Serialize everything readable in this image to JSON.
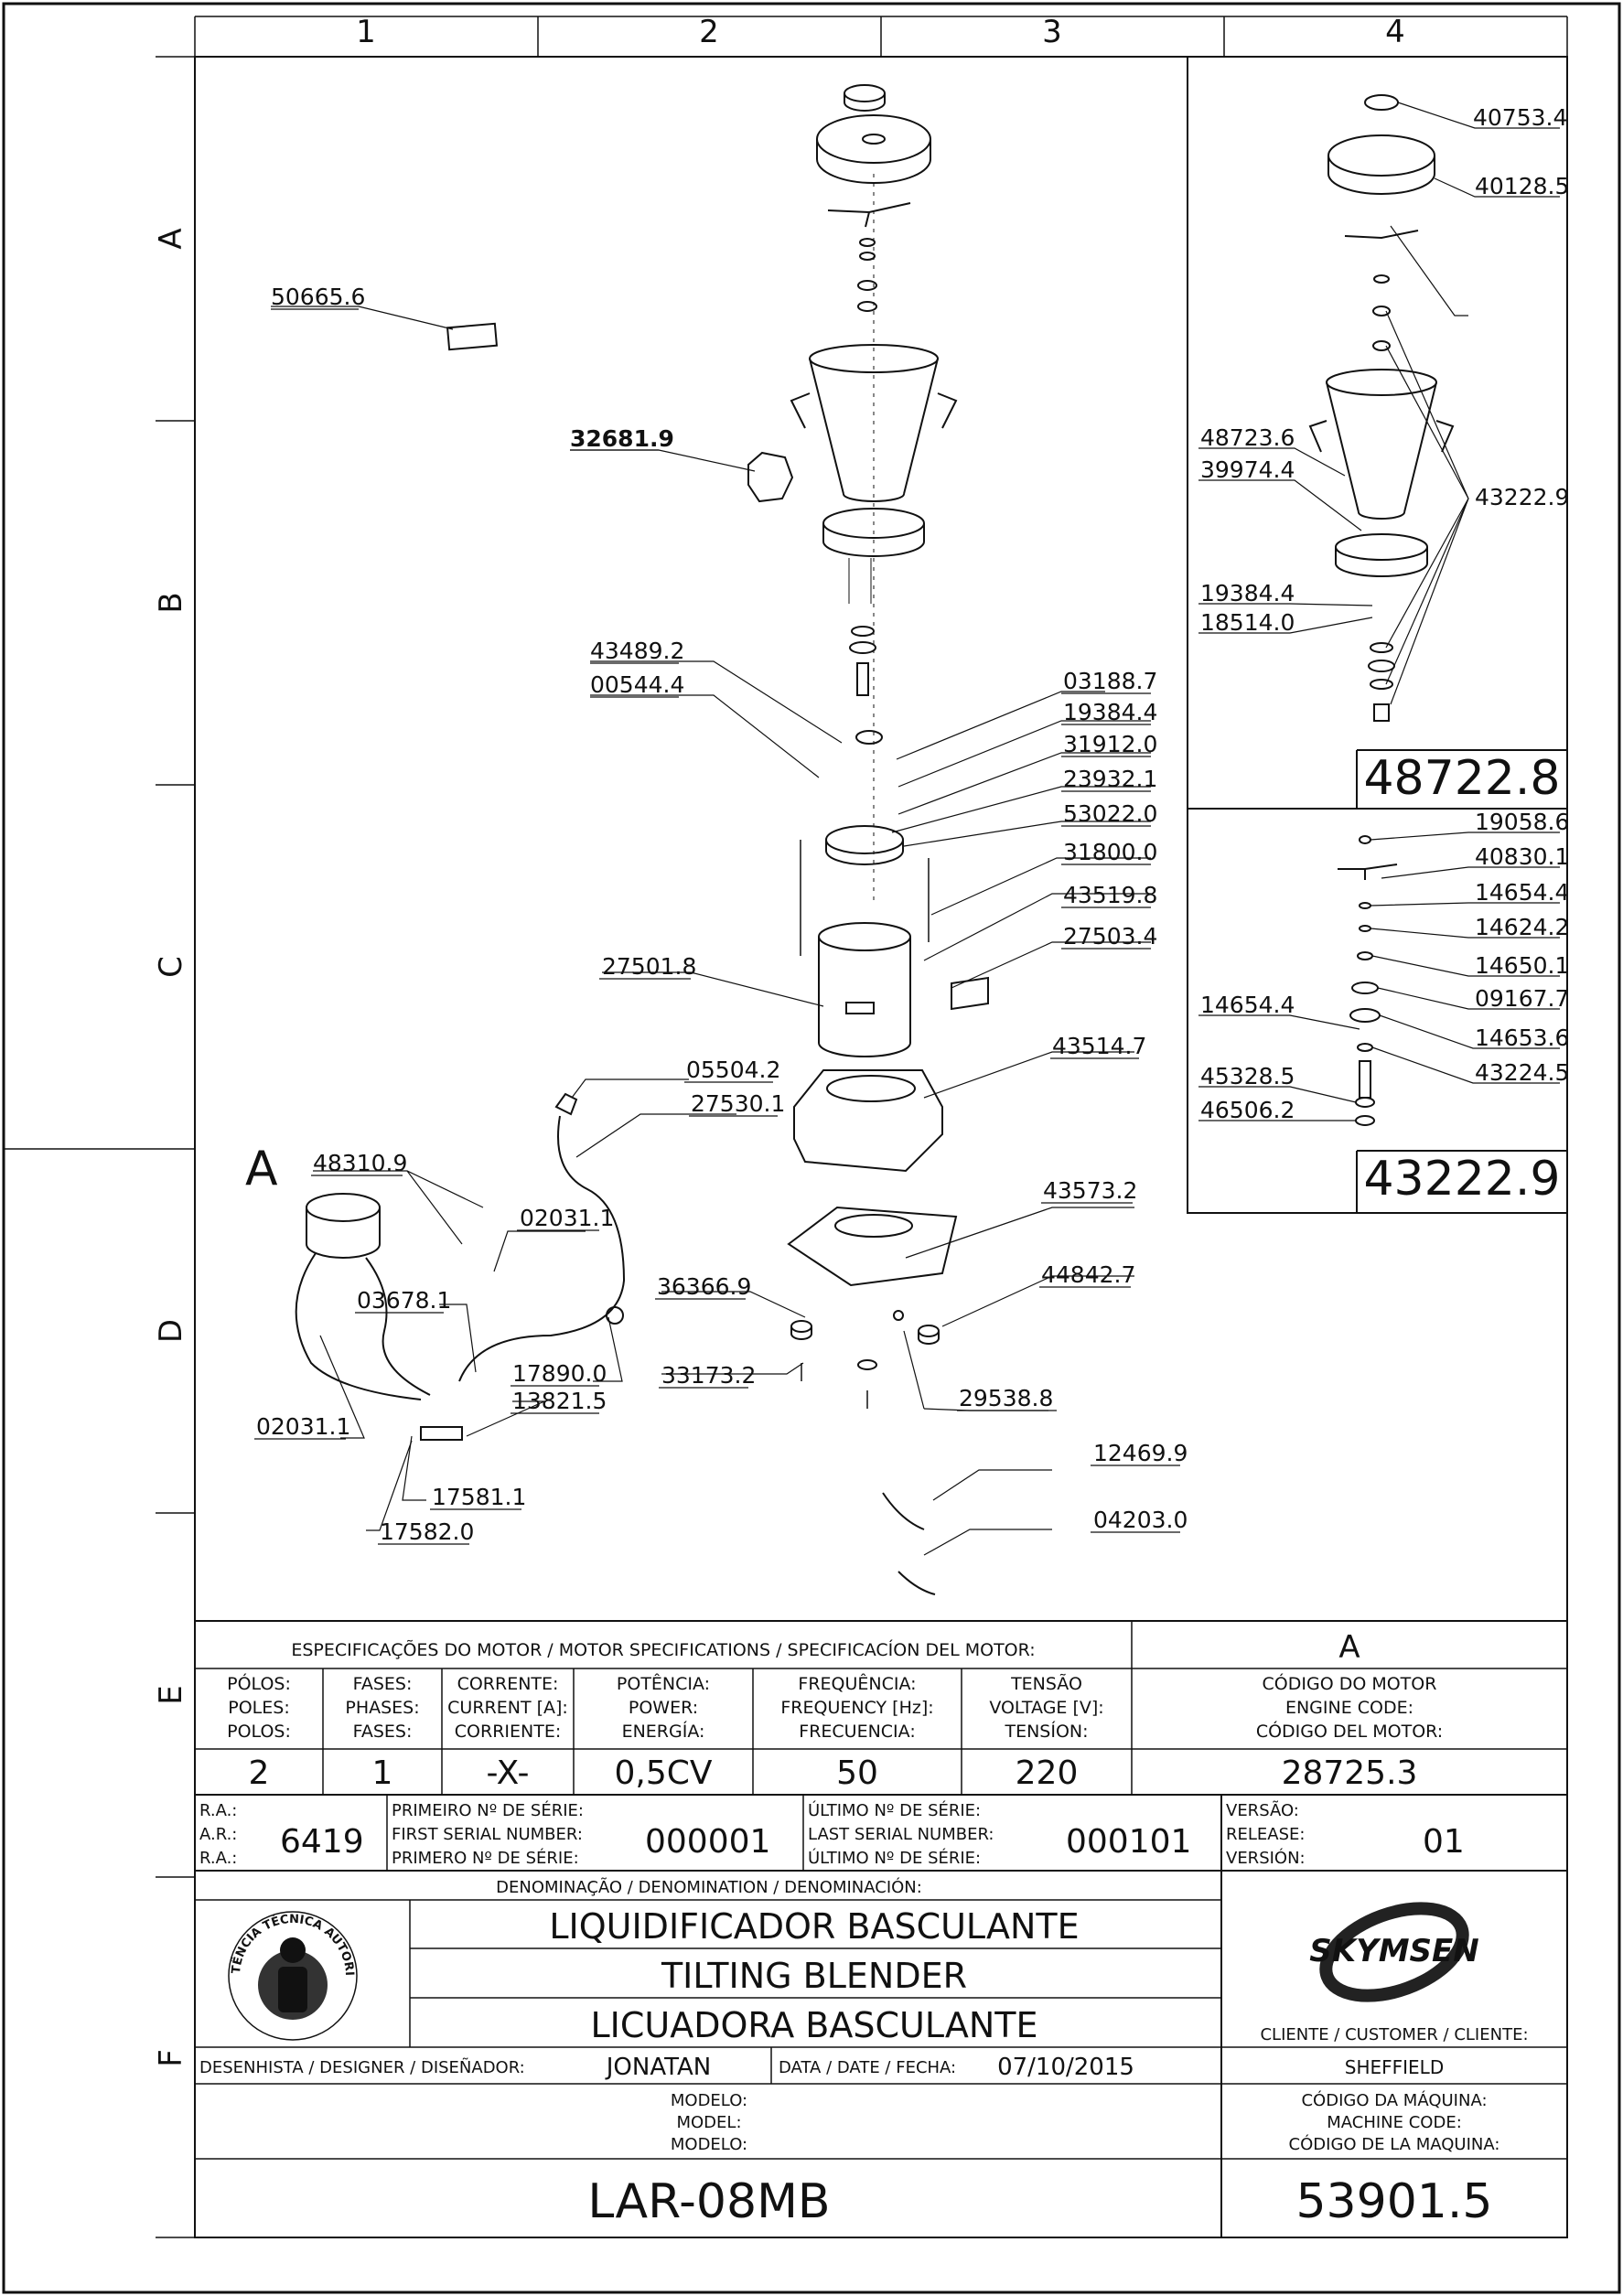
{
  "grid": {
    "cols": [
      "1",
      "2",
      "3",
      "4"
    ],
    "rows": [
      "A",
      "B",
      "C",
      "D",
      "E",
      "F"
    ]
  },
  "callouts": {
    "main": [
      "50665.6",
      "32681.9",
      "43489.2",
      "00544.4",
      "03188.7",
      "19384.4",
      "31912.0",
      "23932.1",
      "53022.0",
      "31800.0",
      "43519.8",
      "27503.4",
      "27501.8",
      "05504.2",
      "27530.1",
      "43514.7",
      "48310.9",
      "02031.1",
      "03678.1",
      "36366.9",
      "43573.2",
      "44842.7",
      "33173.2",
      "29538.8",
      "17890.0",
      "13821.5",
      "02031.1",
      "17581.1",
      "17582.0",
      "12469.9",
      "04203.0"
    ],
    "section_a_label": "A",
    "jar_kit": {
      "items": [
        "40753.4",
        "40128.5",
        "48723.6",
        "39974.4",
        "43222.9",
        "19384.4",
        "18514.0"
      ],
      "code": "48722.8"
    },
    "blade_kit": {
      "items": [
        "19058.6",
        "40830.1",
        "14654.4",
        "14624.2",
        "14650.1",
        "09167.7",
        "14654.4",
        "14653.6",
        "43224.5",
        "45328.5",
        "46506.2"
      ],
      "code": "43222.9"
    }
  },
  "title_block": {
    "motor_spec_header": "ESPECIFICAÇÕES DO MOTOR / MOTOR SPECIFICATIONS / SPECIFICACÍON DEL MOTOR:",
    "section_letter": "A",
    "columns": [
      {
        "label": [
          "PÓLOS:",
          "POLES:",
          "POLOS:"
        ],
        "value": "2"
      },
      {
        "label": [
          "FASES:",
          "PHASES:",
          "FASES:"
        ],
        "value": "1"
      },
      {
        "label": [
          "CORRENTE:",
          "CURRENT [A]:",
          "CORRIENTE:"
        ],
        "value": "-X-"
      },
      {
        "label": [
          "POTÊNCIA:",
          "POWER:",
          "ENERGÍA:"
        ],
        "value": "0,5CV"
      },
      {
        "label": [
          "FREQUÊNCIA:",
          "FREQUENCY [Hz]:",
          "FRECUENCIA:"
        ],
        "value": "50"
      },
      {
        "label": [
          "TENSÃO",
          "VOLTAGE [V]:",
          "TENSÍON:"
        ],
        "value": "220"
      }
    ],
    "engine_code_label": [
      "CÓDIGO DO MOTOR",
      "ENGINE CODE:",
      "CÓDIGO DEL MOTOR:"
    ],
    "engine_code": "28725.3",
    "ra_labels": [
      "R.A.:",
      "A.R.:",
      "R.A.:"
    ],
    "ra_value": "6419",
    "first_serial_labels": [
      "PRIMEIRO Nº DE SÉRIE:",
      "FIRST SERIAL NUMBER:",
      "PRIMERO Nº DE SÉRIE:"
    ],
    "first_serial": "000001",
    "last_serial_labels": [
      "ÚLTIMO Nº DE SÉRIE:",
      "LAST SERIAL NUMBER:",
      "ÚLTIMO Nº DE SÉRIE:"
    ],
    "last_serial": "000101",
    "version_labels": [
      "VERSÃO:",
      "RELEASE:",
      "VERSIÓN:"
    ],
    "version": "01",
    "denomination_header": "DENOMINAÇÃO / DENOMINATION / DENOMINACIÓN:",
    "names": [
      "LIQUIDIFICADOR BASCULANTE",
      "TILTING BLENDER",
      "LICUADORA BASCULANTE"
    ],
    "logo_text": "SKYMSEN",
    "seal_text": "ASSISTÊNCIA TÉCNICA AUTORIZADA",
    "customer_label": "CLIENTE / CUSTOMER / CLIENTE:",
    "customer": "SHEFFIELD",
    "designer_label": "DESENHISTA / DESIGNER / DISEÑADOR:",
    "designer": "JONATAN",
    "date_label": "DATA / DATE / FECHA:",
    "date": "07/10/2015",
    "model_labels": [
      "MODELO:",
      "MODEL:",
      "MODELO:"
    ],
    "model": "LAR-08MB",
    "machine_code_labels": [
      "CÓDIGO DA MÁQUINA:",
      "MACHINE CODE:",
      "CÓDIGO DE LA MAQUINA:"
    ],
    "machine_code": "53901.5"
  }
}
